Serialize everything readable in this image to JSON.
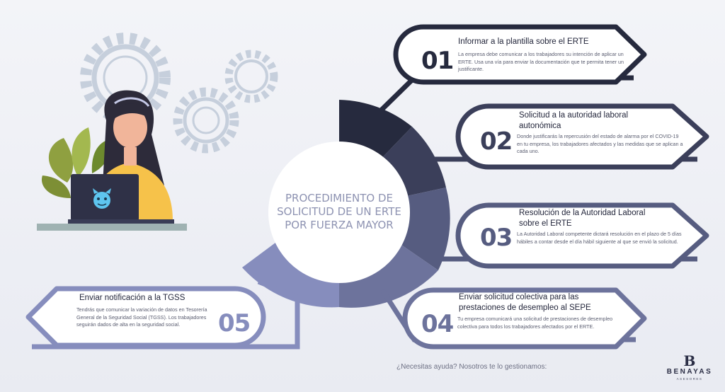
{
  "colors": {
    "step1": "#262a3e",
    "step2": "#3b3f5a",
    "step3": "#565c80",
    "step4": "#6d739c",
    "step5": "#868dbd",
    "center_text": "#8e93b2",
    "gear": "#c6cfdc"
  },
  "center": {
    "title": "PROCEDIMIENTO DE SOLICITUD DE UN ERTE POR FUERZA MAYOR"
  },
  "steps": [
    {
      "number": "01",
      "title": "Informar a la plantilla sobre el ERTE",
      "description": "La empresa debe comunicar a los trabajadores su intención de aplicar un ERTE. Usa una vía para enviar la documentación que te permita tener un justificante."
    },
    {
      "number": "02",
      "title": "Solicitud a la autoridad laboral autonómica",
      "description": "Donde justificarás la repercusión del estado de alarma por el COVID-19 en tu empresa, los trabajadores  afectados y las medidas que se aplican a cada uno."
    },
    {
      "number": "03",
      "title": "Resolución de la Autoridad Laboral sobre el ERTE",
      "description": "La Autoridad Laboral competente dictará resolución en el plazo de 5 días hábiles a contar desde el día hábil siguiente al que se envió la solicitud."
    },
    {
      "number": "04",
      "title": "Enviar solicitud colectiva para las prestaciones de desempleo al SEPE",
      "description": "Tu empresa comunicará una solicitud de prestaciones de desempleo colectiva para todos los trabajadores afectados por el ERTE."
    },
    {
      "number": "05",
      "title": "Enviar notificación a la TGSS",
      "description": "Tendrás que comunicar la variación de datos en Tesorería General de la Seguridad Social (TGSS). Los trabajadores seguirán dados de alta en la seguridad social."
    }
  ],
  "footer": {
    "help_text": "¿Necesitas ayuda? Nosotros te lo gestionamos:"
  },
  "brand": {
    "letter": "B",
    "name": "BENAYAS",
    "subtitle": "ASESORES"
  }
}
